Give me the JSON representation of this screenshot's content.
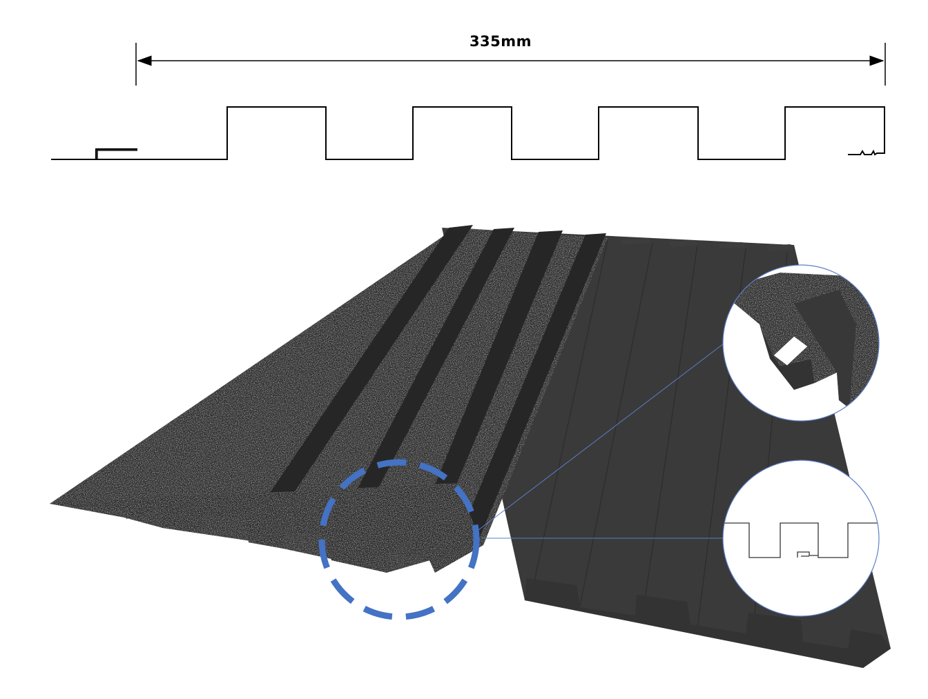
{
  "dimension": {
    "label": "335mm"
  },
  "colors": {
    "line": "#000000",
    "panel_textured": "#2e2e2e",
    "panel_smooth": "#3a3a3a",
    "highlight_circle": "#4472c4",
    "callout_line": "#5b7fc7"
  },
  "icons": {
    "profile": "profile-section-drawing",
    "panel": "corrugated-roof-panel",
    "highlight": "dashed-highlight-circle",
    "zoom_top": "zoom-callout-3d",
    "zoom_bottom": "zoom-callout-section"
  }
}
